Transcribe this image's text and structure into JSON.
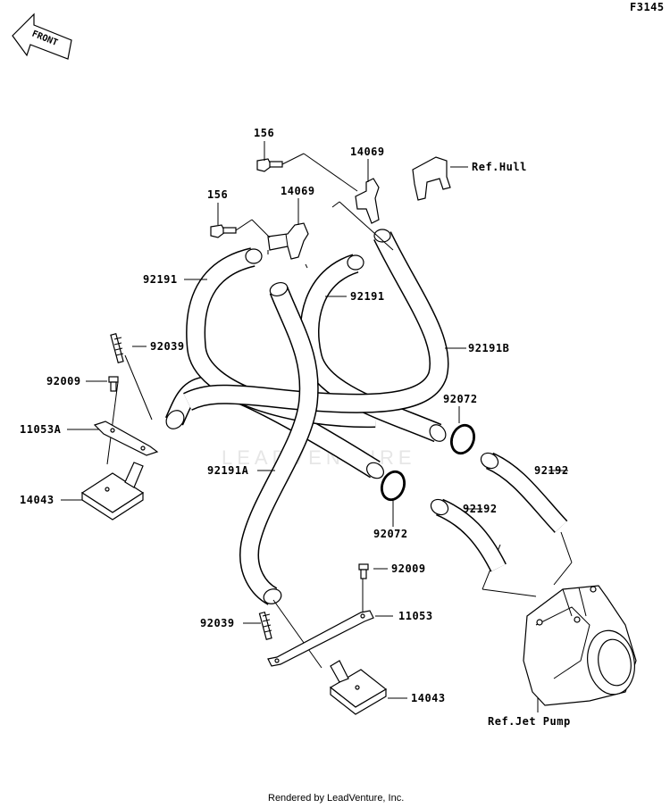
{
  "figure_code": "F3145",
  "front_label": "FRONT",
  "watermark": "LEADVENTURE",
  "footer": "Rendered by LeadVenture, Inc.",
  "labels": {
    "screw_156_upper": "156",
    "screw_156_lower": "156",
    "joint_14069_upper": "14069",
    "joint_14069_lower": "14069",
    "ref_hull": "Ref.Hull",
    "hose_92191_left": "92191",
    "hose_92191_mid": "92191",
    "hose_92191B": "92191B",
    "hose_92191A": "92191A",
    "stopper_92039_upper": "92039",
    "stopper_92039_lower": "92039",
    "screw_92009_upper": "92009",
    "screw_92009_lower": "92009",
    "bracket_11053A": "11053A",
    "bracket_11053": "11053",
    "filter_14043_upper": "14043",
    "filter_14043_lower": "14043",
    "clamp_92072_upper": "92072",
    "clamp_92072_lower": "92072",
    "hose_92192_right": "92192",
    "hose_92192_left": "92192",
    "ref_jet_pump": "Ref.Jet Pump"
  }
}
